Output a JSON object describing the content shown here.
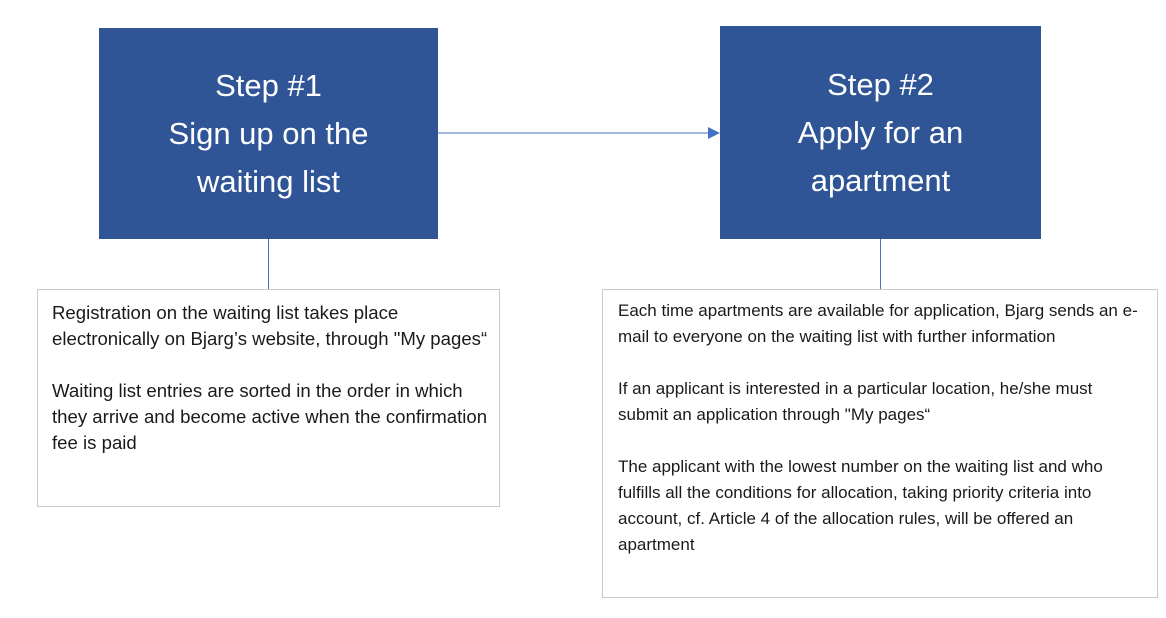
{
  "steps": [
    {
      "lines": [
        "Step #1",
        "Sign up on the",
        "waiting list"
      ],
      "description": [
        "Registration on the waiting list takes place electronically on Bjarg’s website, through \"My pages“",
        "Waiting list entries are sorted in the order in which they arrive and become active when the confirmation fee is paid"
      ]
    },
    {
      "lines": [
        "Step #2",
        "Apply for an",
        "apartment"
      ],
      "description": [
        "Each time apartments are available for application, Bjarg sends an e-mail to everyone on the waiting list with further information",
        "If an applicant is interested in a particular location, he/she must submit an application through \"My pages“",
        "The applicant with the lowest number on the waiting list and who fulfills all the conditions for allocation, taking priority criteria into account, cf. Article 4 of the allocation rules, will be offered an apartment"
      ]
    }
  ],
  "colors": {
    "step_fill": "#2f5597",
    "step_text": "#ffffff",
    "connector": "#4472c4",
    "note_border": "#c9c9c9"
  }
}
